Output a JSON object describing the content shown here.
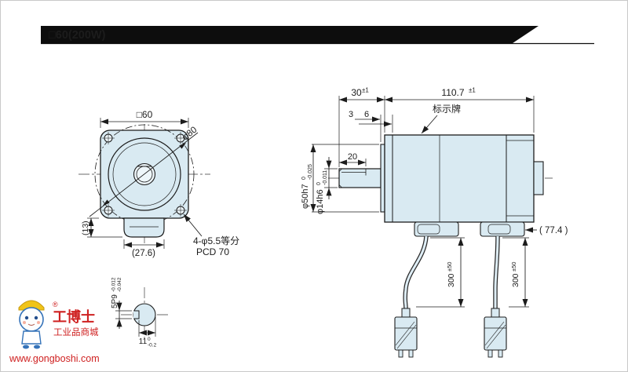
{
  "header": {
    "title": "□60(200W)"
  },
  "front_view": {
    "flange_dim": "□60",
    "envelope_dim": "φ80",
    "tab_height_dim": "(13)",
    "tab_width_dim": "(27.6)",
    "holes_label": "4-φ5.5等分",
    "pcd_label": "PCD 70"
  },
  "keyway_section": {
    "key_width": "5P9",
    "key_width_tol_upper": "-0.012",
    "key_width_tol_lower": "-0.042",
    "key_depth": "11",
    "key_depth_tol_upper": "0",
    "key_depth_tol_lower": "-0.2"
  },
  "side_view": {
    "shaft_ext_dim": "30",
    "shaft_ext_tol": "±1",
    "body_len_dim": "110.7",
    "body_len_tol": "±1",
    "pilot_len_dim": "3",
    "flange_thk_dim": "6",
    "nameplate_label": "标示牌",
    "key_len_dim": "20",
    "pilot_dia": "φ50h7",
    "pilot_dia_tol_upper": "0",
    "pilot_dia_tol_lower": "-0.025",
    "shaft_dia": "φ14h6",
    "shaft_dia_tol_upper": "0",
    "shaft_dia_tol_lower": "-0.011",
    "rear_dim": "( 77.4 )",
    "cable_left_len": "300",
    "cable_left_tol": "±50",
    "cable_right_len": "300",
    "cable_right_tol": "±50"
  },
  "watermark": {
    "registered_mark": "®",
    "brand": "工博士",
    "tagline": "工业品商城",
    "url": "www.gongboshi.com"
  },
  "colors": {
    "part_fill": "#d9eaf2",
    "line": "#1c1c1c",
    "brand_red": "#cf2121",
    "header_bg": "#0d0d0d"
  }
}
